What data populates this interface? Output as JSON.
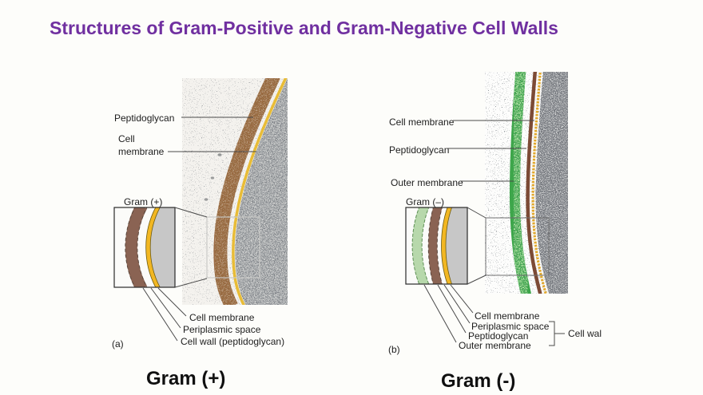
{
  "title": {
    "text": "Structures of Gram-Positive and Gram-Negative Cell Walls"
  },
  "panels": {
    "gram_positive": {
      "micrograph_labels": {
        "peptidoglycan": "Peptidoglycan",
        "cell_membrane": "Cell\nmembrane"
      },
      "schematic_label": "Gram (+)",
      "layer_labels": {
        "cell_membrane": "Cell membrane",
        "periplasmic_space": "Periplasmic space",
        "cell_wall": "Cell wall (peptidoglycan)"
      },
      "panel_letter": "(a)",
      "caption": "Gram (+)"
    },
    "gram_negative": {
      "micrograph_labels": {
        "cell_membrane": "Cell membrane",
        "peptidoglycan": "Peptidoglycan",
        "outer_membrane": "Outer membrane"
      },
      "schematic_label": "Gram (–)",
      "layer_labels": {
        "cell_membrane": "Cell membrane",
        "periplasmic_space": "Periplasmic space",
        "peptidoglycan": "Peptidoglycan",
        "outer_membrane": "Outer membrane"
      },
      "bracket_label": "Cell wal",
      "panel_letter": "(b)",
      "caption": "Gram (-)"
    }
  },
  "colors": {
    "title_purple": "#7030a0",
    "label_text": "#1d1d1d",
    "peptidoglycan_brown_schematic": "#8a6353",
    "membrane_yellow_schematic": "#f2b722",
    "outer_membrane_green_schematic": "#b7d8ab",
    "cytoplasm_gray_schematic": "#c7c7c7",
    "micrograph_peptidoglycan_brown": "#9c6b44",
    "micrograph_membrane_yellow": "#e8bc37",
    "micrograph_outer_membrane_green": "#3ea64b",
    "micrograph_cytoplasm_gray": "#b7babb"
  }
}
